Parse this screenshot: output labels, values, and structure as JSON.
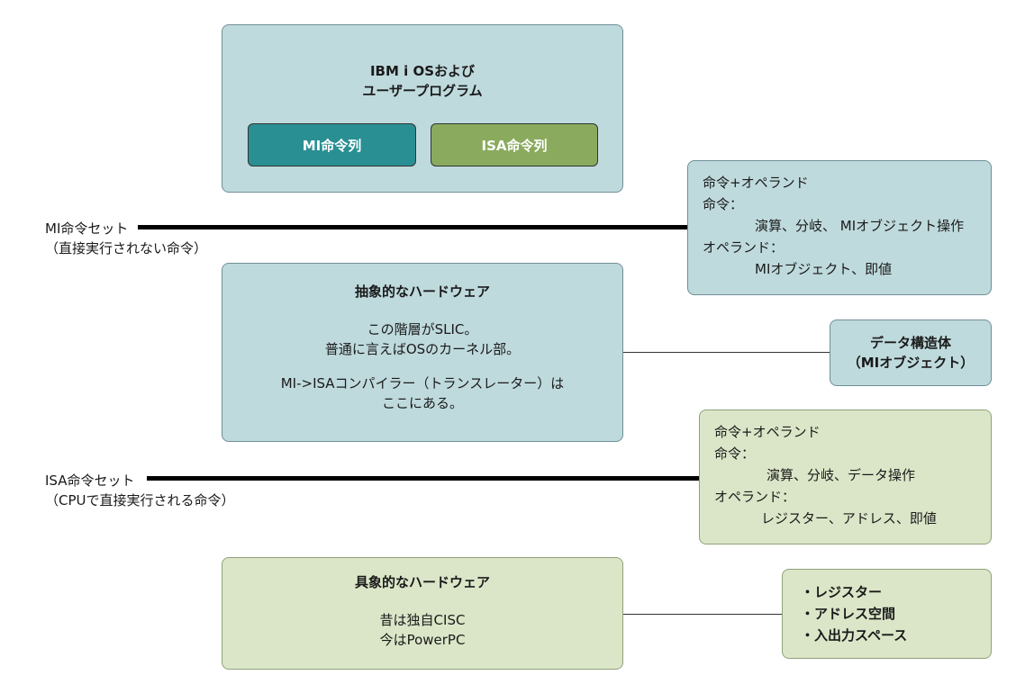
{
  "top_box": {
    "title_line1": "IBM i OSおよび",
    "title_line2": "ユーザープログラム",
    "mi_button": "MI命令列",
    "isa_button": "ISA命令列"
  },
  "mi_set": {
    "label_line1": "MI命令セット",
    "label_line2": "（直接実行されない命令）"
  },
  "isa_set": {
    "label_line1": "ISA命令セット",
    "label_line2": "（CPUで直接実行される命令）"
  },
  "mi_ops": {
    "line1": "命令+オペランド",
    "line2": "命令：",
    "line3": "演算、分岐、 MIオブジェクト操作",
    "line4": "オペランド：",
    "line5": "MIオブジェクト、即値"
  },
  "abstract_hw": {
    "title": "抽象的なハードウェア",
    "line1": "この階層がSLIC。",
    "line2": "普通に言えばOSのカーネル部。",
    "line3": "MI->ISAコンパイラー（トランスレーター）は",
    "line4": "ここにある。"
  },
  "data_struct": {
    "line1": "データ構造体",
    "line2": "（MIオブジェクト）"
  },
  "isa_ops": {
    "line1": "命令+オペランド",
    "line2": "命令：",
    "line3": "演算、分岐、データ操作",
    "line4": "オペランド：",
    "line5": "レジスター、アドレス、即値"
  },
  "concrete_hw": {
    "title": "具象的なハードウェア",
    "line1": "昔は独自CISC",
    "line2": "今はPowerPC"
  },
  "resources": {
    "item1": "・レジスター",
    "item2": "・アドレス空間",
    "item3": "・入出力スペース"
  },
  "colors": {
    "blue_fill": "#bfdadd",
    "green_fill": "#dbe6c8",
    "mi_button": "#2a8f93",
    "isa_button": "#8aab5e"
  }
}
